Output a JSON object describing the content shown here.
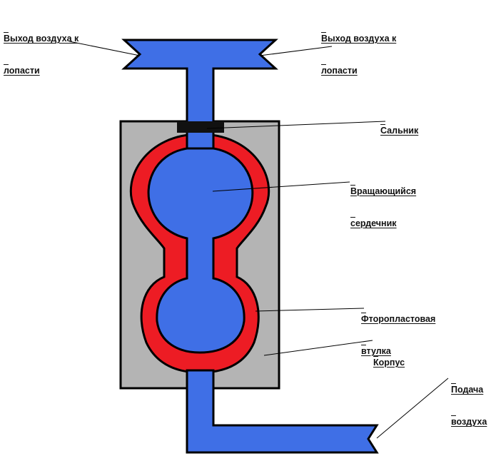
{
  "labels": {
    "outlet_left": {
      "line1": "Выход воздуха к",
      "line2": "лопасти"
    },
    "outlet_right": {
      "line1": "Выход воздуха к",
      "line2": "лопасти"
    },
    "seal": {
      "line1": "Сальник"
    },
    "rotor": {
      "line1": "Вращающийся",
      "line2": "сердечник"
    },
    "sleeve": {
      "line1": "Фторопластовая",
      "line2": "втулка"
    },
    "housing": {
      "line1": "Корпус"
    },
    "inlet": {
      "line1": "Подача",
      "line2": "воздуха"
    }
  },
  "colors": {
    "air_channel": "#3f6fe6",
    "sleeve": "#ed1c24",
    "housing": "#b4b4b4",
    "seal": "#111111",
    "outline": "#000000"
  }
}
